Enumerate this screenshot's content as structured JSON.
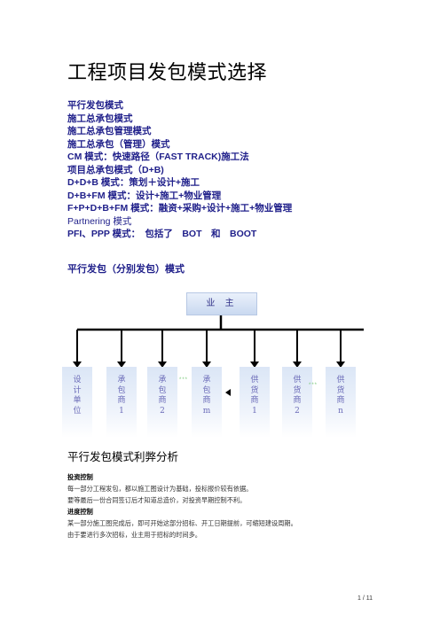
{
  "document": {
    "title": "工程项目发包模式选择",
    "modes": [
      "平行发包模式",
      "施工总承包模式",
      "施工总承包管理模式",
      "施工总承包（管理）模式",
      "CM 模式：快速路径（FAST TRACK)施工法",
      "项目总承包模式（D+B)",
      "D+D+B 模式：策划＋设计+施工",
      "D+B+FM 模式：设计+施工+物业管理",
      "F+P+D+B+FM 模式：融资+采购+设计+施工+物业管理",
      "Partnering 模式",
      "PFI、PPP 模式：　包括了　BOT　和　BOOT"
    ],
    "section_heading": "平行发包（分别发包）模式",
    "diagram": {
      "owner": "业 主",
      "boxes": [
        {
          "lines": [
            "设",
            "计",
            "单",
            "位"
          ]
        },
        {
          "lines": [
            "承",
            "包",
            "商",
            "1"
          ]
        },
        {
          "lines": [
            "承",
            "包",
            "商",
            "2"
          ]
        },
        {
          "lines": [
            "承",
            "包",
            "商",
            "m"
          ]
        },
        {
          "lines": [
            "供",
            "货",
            "商",
            "1"
          ]
        },
        {
          "lines": [
            "供",
            "货",
            "商",
            "2"
          ]
        },
        {
          "lines": [
            "供",
            "货",
            "商",
            "n"
          ]
        }
      ],
      "dots": "***"
    },
    "analysis_heading": "平行发包模式利弊分析",
    "analysis": [
      {
        "heading": "投资控制",
        "lines": [
          "每一部分工程发包，都以施工图设计为基础，投标报价较有依据。",
          "要等最后一份合同签订后才知道总造价，对投资早期控制不利。"
        ]
      },
      {
        "heading": "进度控制",
        "lines": [
          "某一部分施工图完成后，即可开始这部分招标、开工日期提前，可缩短建设周期。",
          "由于要进行多次招标，业主用于招标的时间多。"
        ]
      }
    ],
    "page_number": "1 / 11"
  }
}
